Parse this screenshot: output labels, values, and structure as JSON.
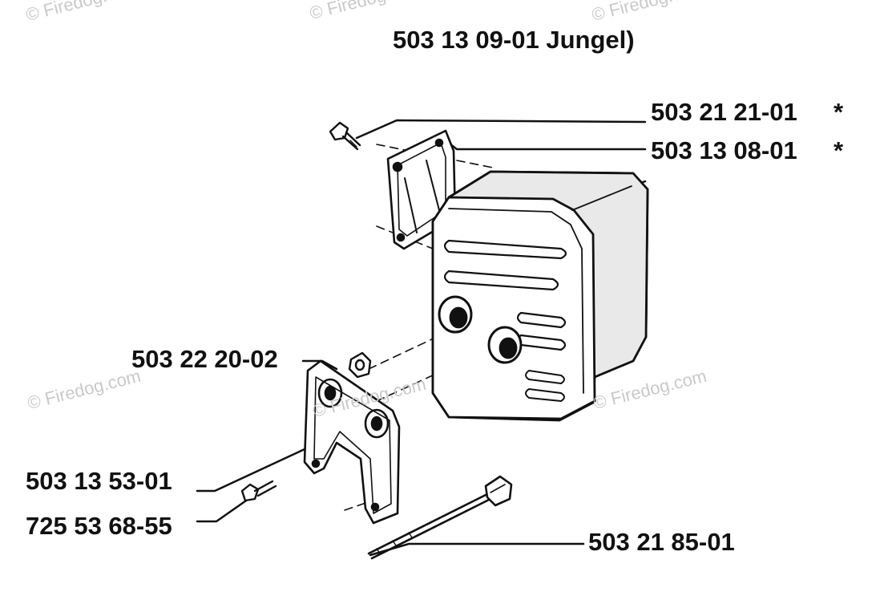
{
  "title": "503 13 09-01 Jungel)",
  "parts": [
    {
      "number": "503 21 21-01",
      "mark": "*"
    },
    {
      "number": "503 13 08-01",
      "mark": "*"
    },
    {
      "number": "503 22 20-02",
      "mark": ""
    },
    {
      "number": "503 13 53-01",
      "mark": ""
    },
    {
      "number": "725 53 68-55",
      "mark": ""
    },
    {
      "number": "503 21 85-01",
      "mark": ""
    }
  ],
  "watermark": "© Firedog.com",
  "colors": {
    "ink": "#111111",
    "paper": "#ffffff",
    "watermark": "#c9c9c9"
  }
}
